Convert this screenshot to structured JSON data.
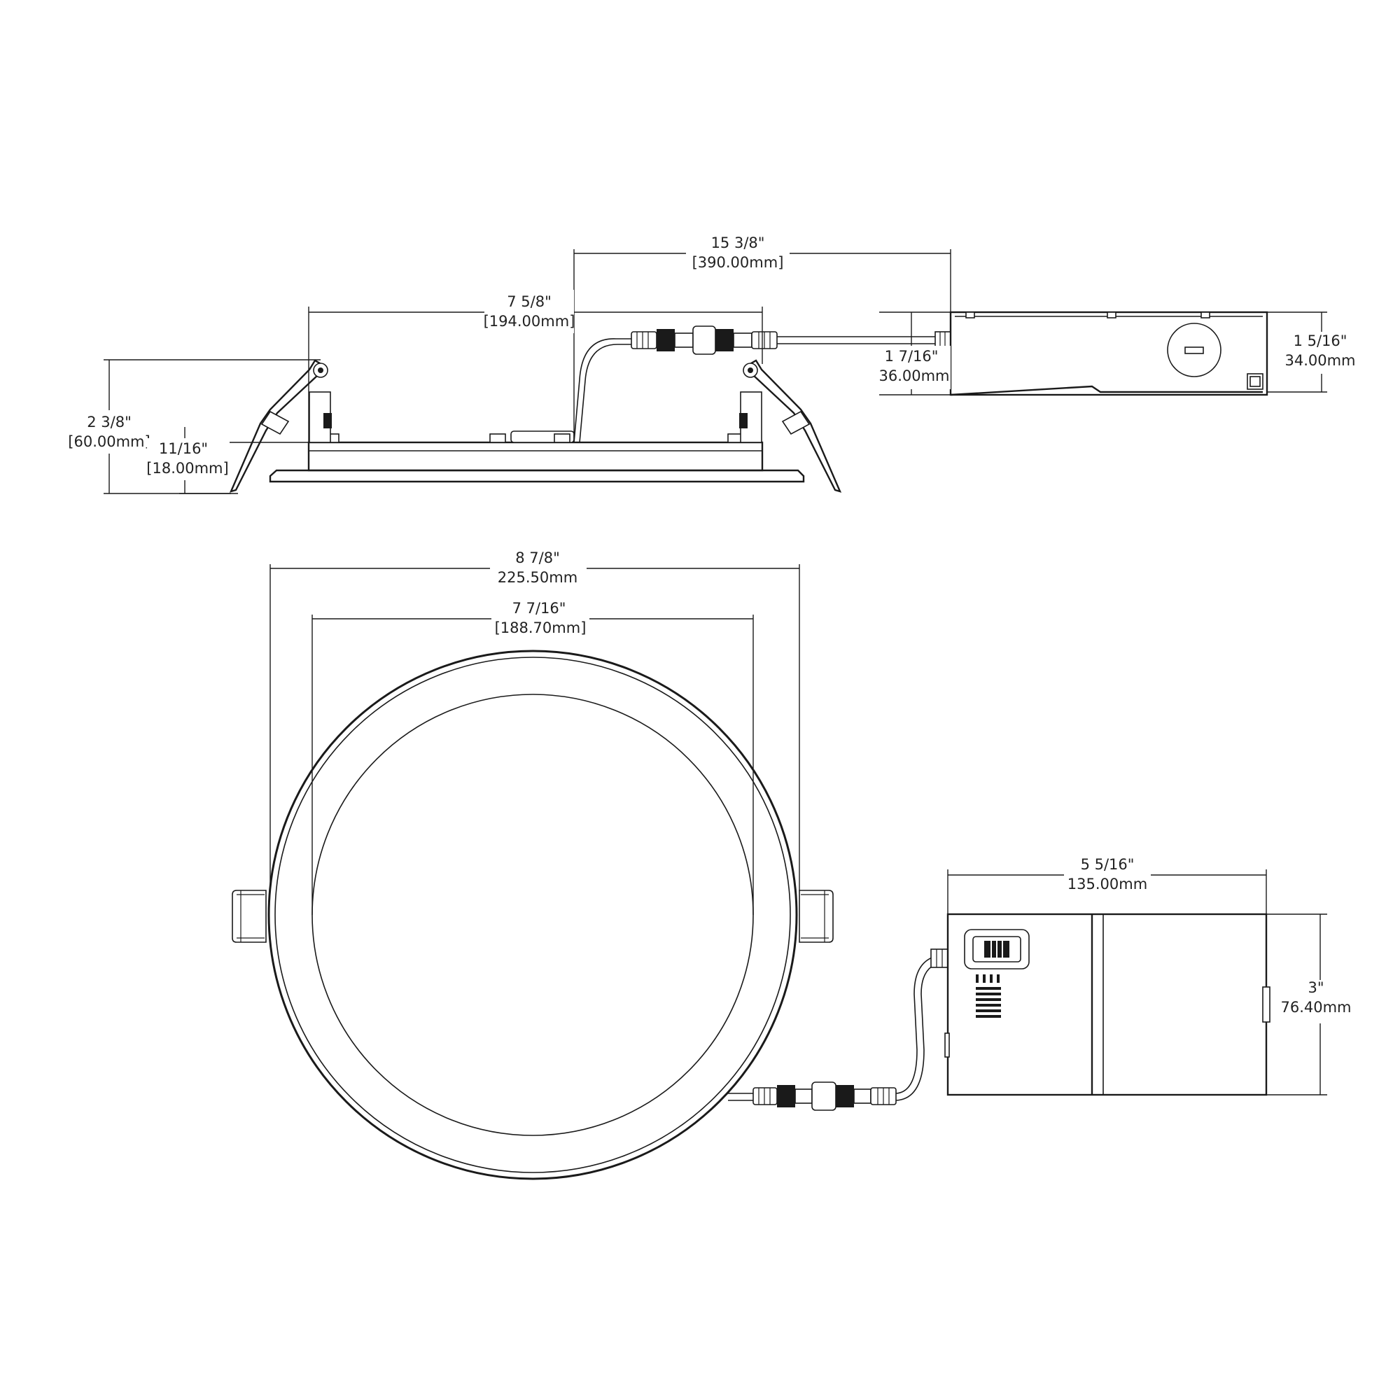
{
  "side_view": {
    "overall_length": {
      "imperial": "15 3/8\"",
      "metric": "[390.00mm]"
    },
    "fixture_width": {
      "imperial": "7 5/8\"",
      "metric": "[194.00mm]"
    },
    "overall_height": {
      "imperial": "2 3/8\"",
      "metric": "[60.00mm]"
    },
    "trim_height": {
      "imperial": "11/16\"",
      "metric": "[18.00mm]"
    },
    "box_height": {
      "imperial": "1 7/16\"",
      "metric": "36.00mm"
    },
    "box_side_height": {
      "imperial": "1 5/16\"",
      "metric": "34.00mm"
    }
  },
  "top_view": {
    "trim_diameter": {
      "imperial": "8 7/8\"",
      "metric": "225.50mm"
    },
    "cutout_diameter": {
      "imperial": "7 7/16\"",
      "metric": "[188.70mm]"
    },
    "box_length": {
      "imperial": "5 5/16\"",
      "metric": "135.00mm"
    },
    "box_width": {
      "imperial": "3\"",
      "metric": "76.40mm"
    }
  }
}
